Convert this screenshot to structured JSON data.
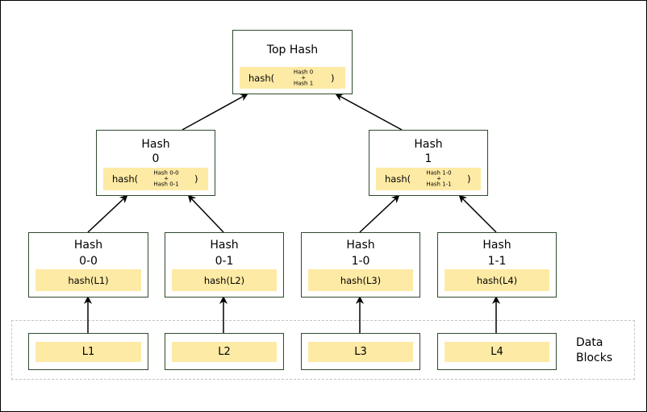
{
  "top": {
    "title": "Top Hash",
    "fn": "hash(",
    "a": "Hash 0",
    "op": "+",
    "b": "Hash 1",
    "close": ")"
  },
  "mid": [
    {
      "title1": "Hash",
      "title2": "0",
      "fn": "hash(",
      "a": "Hash 0-0",
      "op": "+",
      "b": "Hash 0-1",
      "close": ")"
    },
    {
      "title1": "Hash",
      "title2": "1",
      "fn": "hash(",
      "a": "Hash 1-0",
      "op": "+",
      "b": "Hash 1-1",
      "close": ")"
    }
  ],
  "low": [
    {
      "title1": "Hash",
      "title2": "0-0",
      "value": "hash(L1)"
    },
    {
      "title1": "Hash",
      "title2": "0-1",
      "value": "hash(L2)"
    },
    {
      "title1": "Hash",
      "title2": "1-0",
      "value": "hash(L3)"
    },
    {
      "title1": "Hash",
      "title2": "1-1",
      "value": "hash(L4)"
    }
  ],
  "leaves": [
    "L1",
    "L2",
    "L3",
    "L4"
  ],
  "data_blocks_label": {
    "line1": "Data",
    "line2": "Blocks"
  },
  "colors": {
    "bar": "#fdeaa5",
    "border": "#2e4a2e",
    "dashed": "#c4c4c4"
  }
}
